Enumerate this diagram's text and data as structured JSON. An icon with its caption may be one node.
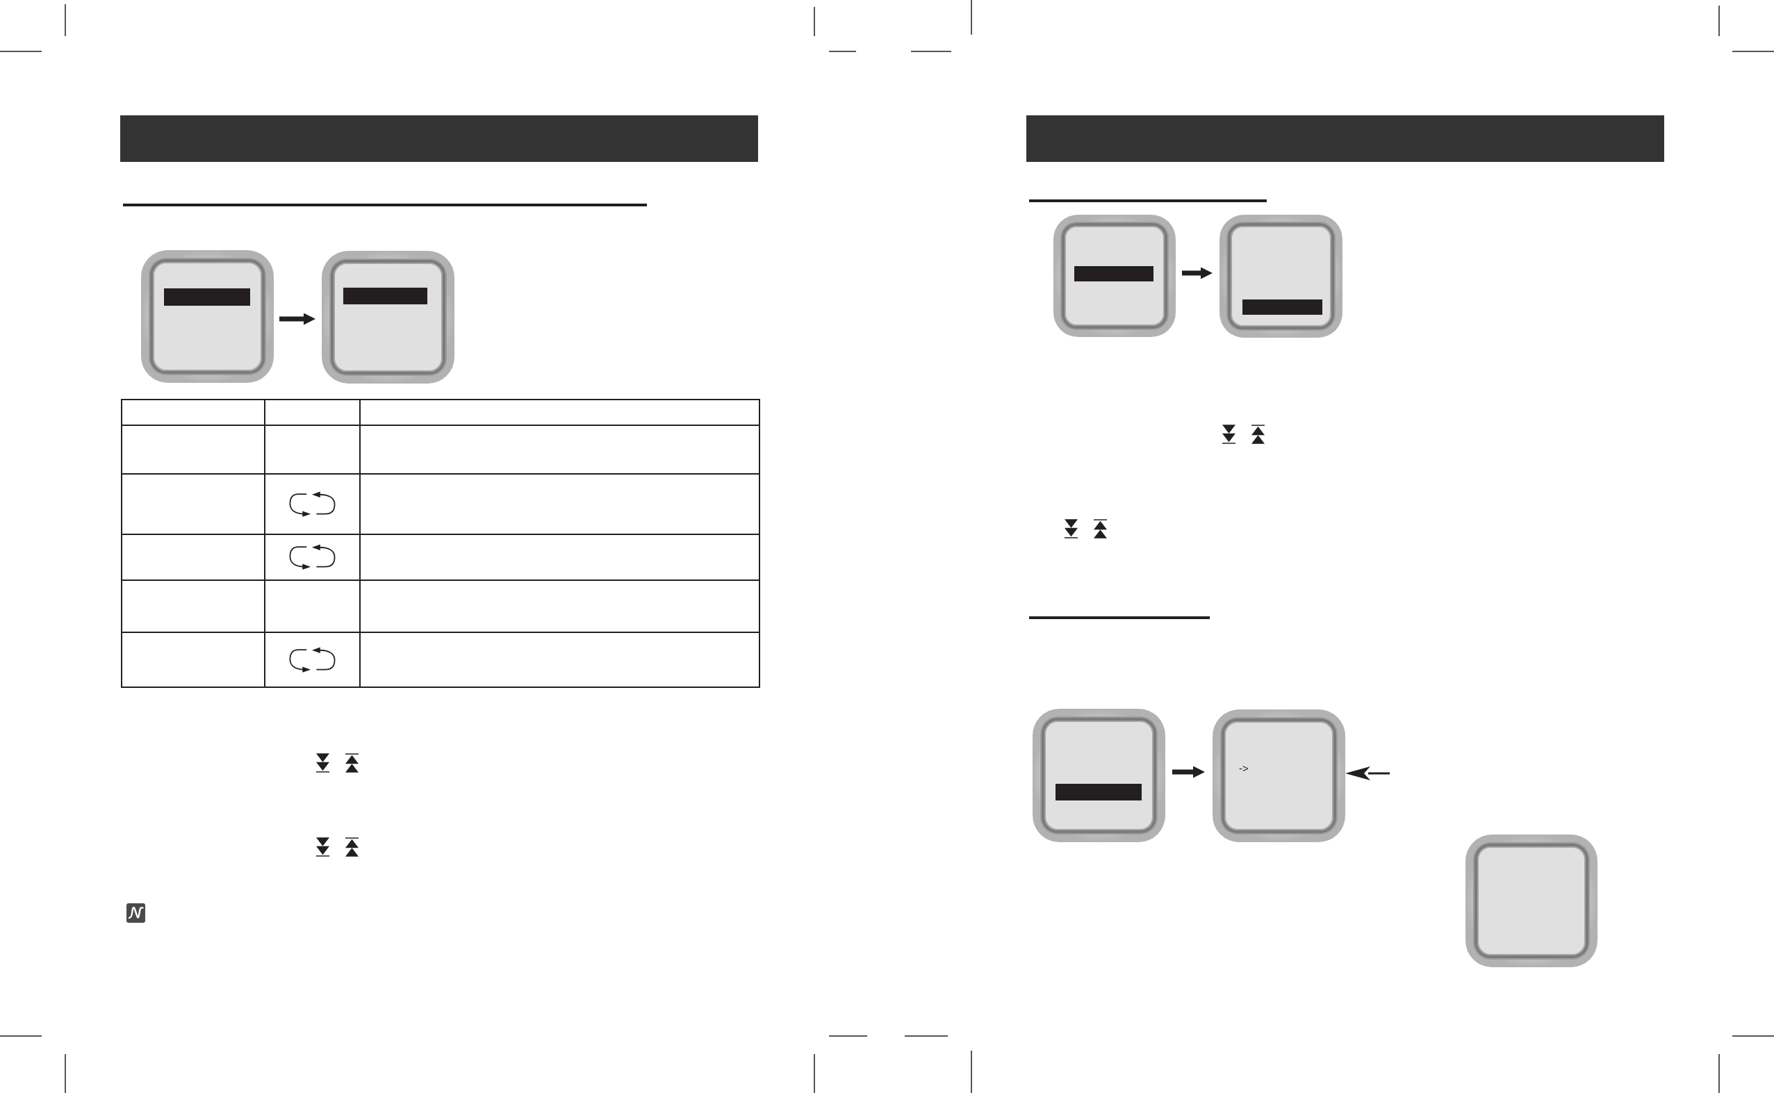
{
  "diagram": {
    "nodes": [
      {
        "text": [],
        "shape": "box"
      },
      {
        "text": [],
        "shape": "box"
      },
      {
        "text": [],
        "shape": "box"
      },
      {
        "text": [],
        "shape": "box"
      },
      {
        "text": [],
        "shape": "box"
      },
      {
        "text": [
          "->"
        ]
      },
      {
        "text": [],
        "shape": "box"
      }
    ],
    "edges": [
      {
        "from": 0,
        "to": 1,
        "arrow": "to"
      },
      {
        "from": 2,
        "to": 3,
        "arrow": "to"
      },
      {
        "from": 4,
        "to": 5,
        "arrow": "to"
      },
      {
        "from": null,
        "to": 5,
        "arrow": "to"
      }
    ]
  }
}
